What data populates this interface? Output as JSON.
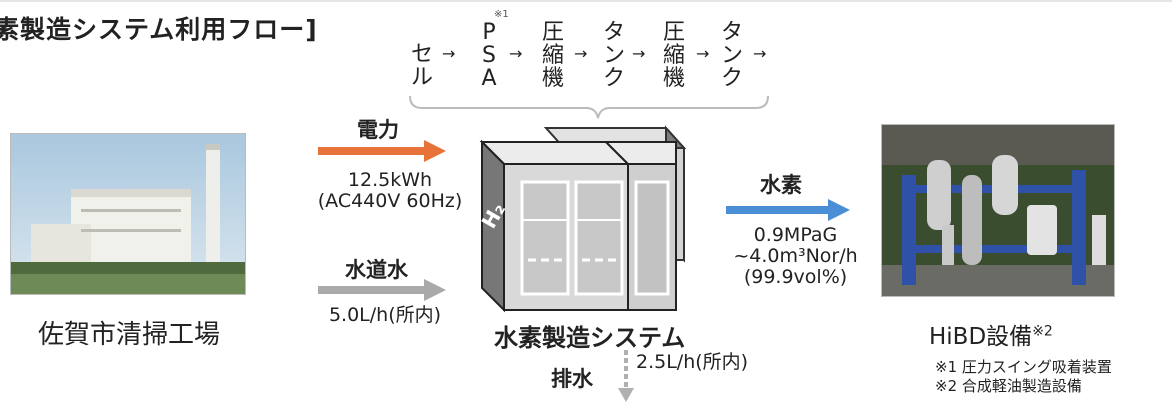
{
  "title": "素製造システム利用フロー]",
  "process_steps": [
    {
      "chars": [
        "セ",
        "ル"
      ]
    },
    {
      "chars": [
        "P",
        "S",
        "A"
      ],
      "superscript": "※1"
    },
    {
      "chars": [
        "圧",
        "縮",
        "機"
      ]
    },
    {
      "chars": [
        "タ",
        "ン",
        "ク"
      ]
    },
    {
      "chars": [
        "圧",
        "縮",
        "機"
      ]
    },
    {
      "chars": [
        "タ",
        "ン",
        "ク"
      ]
    }
  ],
  "flow_arrow_glyph": "→",
  "source": {
    "label": "佐賀市清掃工場"
  },
  "inputs": {
    "power": {
      "label": "電力",
      "line1": "12.5kWh",
      "line2": "(AC440V 60Hz)",
      "color": "#e8733a"
    },
    "water": {
      "label": "水道水",
      "value": "5.0L/h(所内)",
      "color": "#a9a9a9"
    }
  },
  "system": {
    "label": "水素製造システム",
    "mark": "H2"
  },
  "output": {
    "label": "水素",
    "line1": "0.9MPaG",
    "line2": "~4.0m³Nor/h",
    "line3": "(99.9vol%)",
    "color": "#4a8fd6"
  },
  "drain": {
    "label": "排水",
    "value": "2.5L/h(所内)",
    "color": "#b0b0b0"
  },
  "destination": {
    "label": "HiBD設備",
    "superscript": "※2"
  },
  "notes": [
    "※1 圧力スイング吸着装置",
    "※2 合成軽油製造設備"
  ]
}
